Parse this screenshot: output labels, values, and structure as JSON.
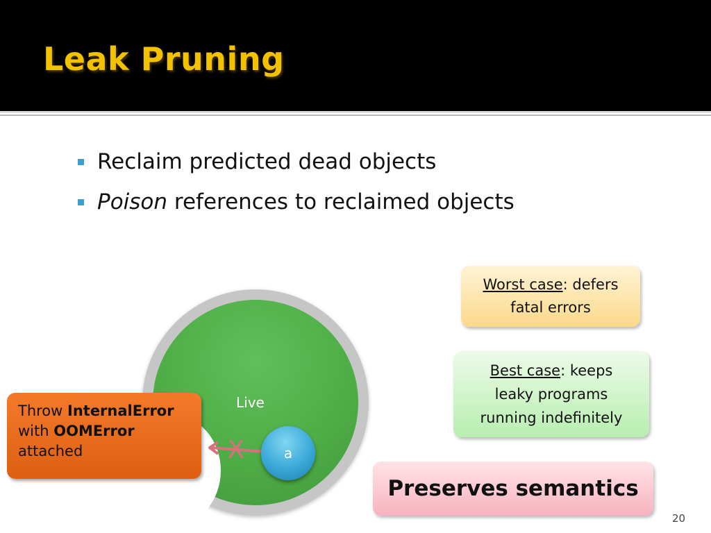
{
  "slide": {
    "title": "Leak Pruning",
    "bullets": [
      {
        "italic": "",
        "text": "Reclaim predicted dead objects"
      },
      {
        "italic": "Poison",
        "text": " references to reclaimed objects"
      }
    ],
    "diagram": {
      "live_label": "Live",
      "node_label": "a",
      "cut_mark": "X"
    },
    "throw_box": {
      "line1_prefix": "Throw ",
      "line1_bold": "InternalError",
      "line2_prefix": "with ",
      "line2_bold": "OOMError",
      "line3": "attached"
    },
    "worst_case": {
      "label": "Worst case",
      "rest": ": defers",
      "line2": "fatal errors"
    },
    "best_case": {
      "label": "Best case",
      "rest": ": keeps",
      "line2": "leaky programs",
      "line3": "running indefinitely"
    },
    "preserves": "Preserves semantics",
    "page_number": "20"
  },
  "colors": {
    "title": "#f2c200",
    "bullet_marker": "#3aa0d0",
    "live_circle": "#4fad47",
    "node": "#3aa8d8",
    "throw_box": "#e8691b",
    "worst_box": "#fbd98a",
    "best_box": "#b8eeb0",
    "preserves_box": "#f7b3bf",
    "arrow": "#d9707f"
  }
}
